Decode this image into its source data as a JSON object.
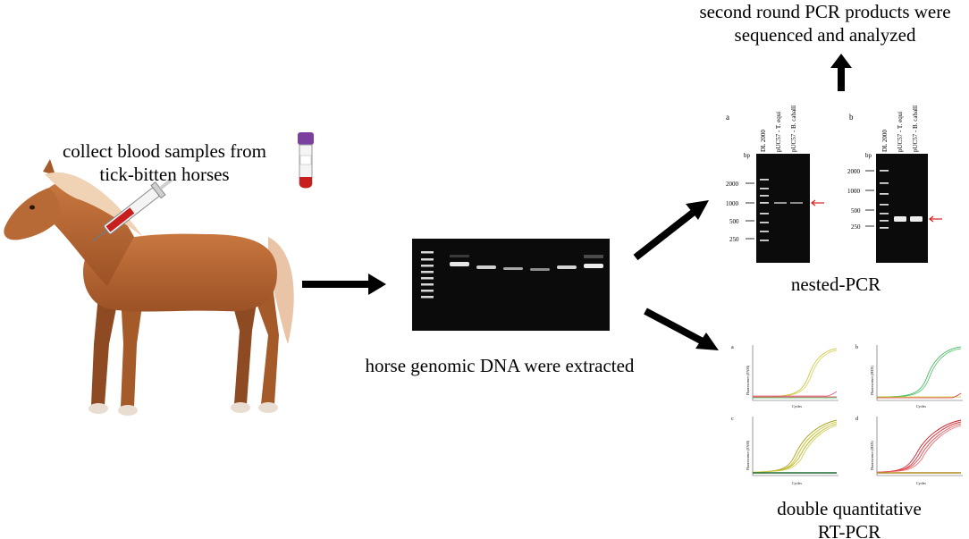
{
  "captions": {
    "collect_line1": "collect blood samples from",
    "collect_line2": "tick-bitten horses",
    "extract": "horse genomic DNA were extracted",
    "seq_line1": "second round PCR products were",
    "seq_line2": "sequenced and analyzed",
    "nested": "nested-PCR",
    "qpcr_line1": "double quantitative",
    "qpcr_line2": "RT-PCR"
  },
  "gel_a": {
    "panel_label": "a",
    "unit": "bp",
    "lanes": [
      "DL 2000",
      "pUC57 - T. equi",
      "pUC57 - B. caballi"
    ],
    "markers": [
      "2000",
      "1000",
      "500",
      "250"
    ]
  },
  "gel_b": {
    "panel_label": "b",
    "unit": "bp",
    "lanes": [
      "DL 2000",
      "pUC57 - T. equi",
      "pUC57 - B. caballi"
    ],
    "markers": [
      "2000",
      "1000",
      "500",
      "250"
    ]
  },
  "qpcr_panels": [
    {
      "label": "a",
      "ylabel": "Fluorescence (FAM)",
      "xlabel": "Cycles"
    },
    {
      "label": "b",
      "ylabel": "Fluorescence (HEX)",
      "xlabel": "Cycles"
    },
    {
      "label": "c",
      "ylabel": "Fluorescence (FAM)",
      "xlabel": "Cycles"
    },
    {
      "label": "d",
      "ylabel": "Fluorescence (HEX)",
      "xlabel": "Cycles"
    }
  ],
  "colors": {
    "horse_coat": "#b4622e",
    "tube_cap": "#7b3fa0",
    "gel_bg": "#0b0b0b",
    "band": "#e6e6e6",
    "red_arrow": "#d62020",
    "curve_yellow": "#c8c21e",
    "curve_green": "#2bb24a",
    "curve_red": "#e0303a"
  }
}
